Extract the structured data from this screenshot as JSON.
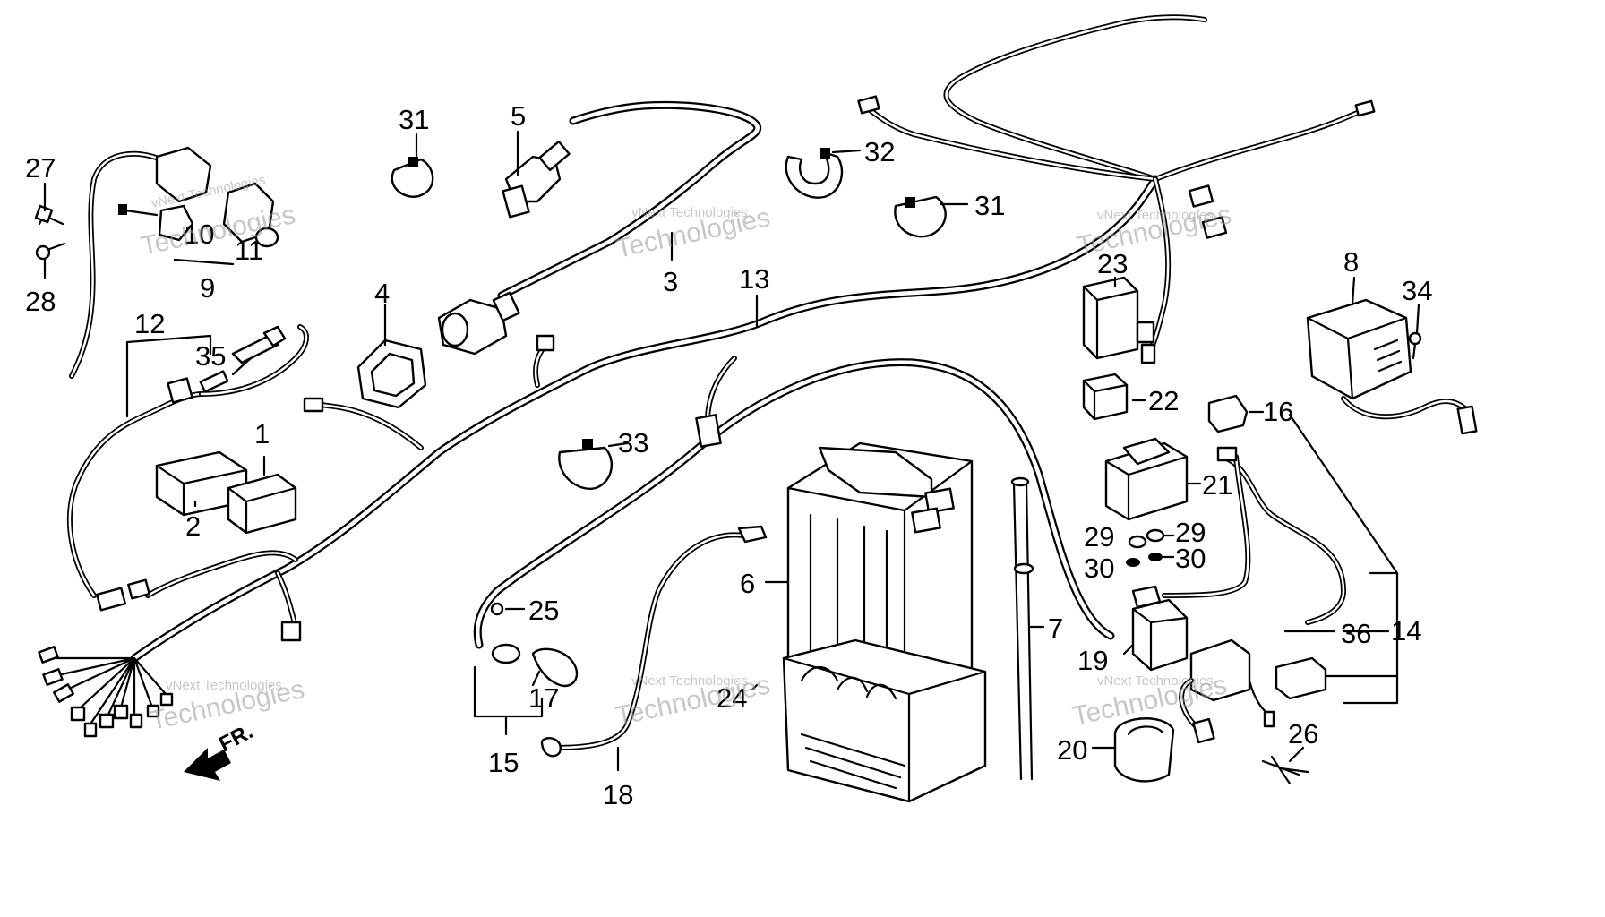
{
  "diagram": {
    "direction_marker": "FR.",
    "watermark_small": "vNext Technologies",
    "watermark_large": "Technologies",
    "callouts": [
      "1",
      "2",
      "3",
      "4",
      "5",
      "6",
      "7",
      "8",
      "9",
      "10",
      "11",
      "12",
      "13",
      "14",
      "15",
      "16",
      "17",
      "18",
      "19",
      "20",
      "21",
      "22",
      "23",
      "24",
      "25",
      "26",
      "27",
      "28",
      "29",
      "30",
      "31",
      "32",
      "33",
      "34",
      "35",
      "36"
    ],
    "labels": [
      {
        "id": "27",
        "text": "27"
      },
      {
        "id": "28",
        "text": "28"
      },
      {
        "id": "10",
        "text": "10"
      },
      {
        "id": "11",
        "text": "11"
      },
      {
        "id": "9",
        "text": "9"
      },
      {
        "id": "31a",
        "text": "31"
      },
      {
        "id": "5",
        "text": "5"
      },
      {
        "id": "32",
        "text": "32"
      },
      {
        "id": "31b",
        "text": "31"
      },
      {
        "id": "3",
        "text": "3"
      },
      {
        "id": "13",
        "text": "13"
      },
      {
        "id": "4",
        "text": "4"
      },
      {
        "id": "12",
        "text": "12"
      },
      {
        "id": "35",
        "text": "35"
      },
      {
        "id": "1",
        "text": "1"
      },
      {
        "id": "2",
        "text": "2"
      },
      {
        "id": "33",
        "text": "33"
      },
      {
        "id": "23",
        "text": "23"
      },
      {
        "id": "8",
        "text": "8"
      },
      {
        "id": "34",
        "text": "34"
      },
      {
        "id": "22",
        "text": "22"
      },
      {
        "id": "16",
        "text": "16"
      },
      {
        "id": "21",
        "text": "21"
      },
      {
        "id": "29a",
        "text": "29"
      },
      {
        "id": "29b",
        "text": "29"
      },
      {
        "id": "30a",
        "text": "30"
      },
      {
        "id": "30b",
        "text": "30"
      },
      {
        "id": "6",
        "text": "6"
      },
      {
        "id": "25",
        "text": "25"
      },
      {
        "id": "7",
        "text": "7"
      },
      {
        "id": "36",
        "text": "36"
      },
      {
        "id": "14",
        "text": "14"
      },
      {
        "id": "19",
        "text": "19"
      },
      {
        "id": "17",
        "text": "17"
      },
      {
        "id": "24",
        "text": "24"
      },
      {
        "id": "15",
        "text": "15"
      },
      {
        "id": "18",
        "text": "18"
      },
      {
        "id": "20",
        "text": "20"
      },
      {
        "id": "26",
        "text": "26"
      }
    ]
  },
  "colors": {
    "ink": "#000000",
    "paper": "#ffffff",
    "watermark": "#9a9a9a"
  }
}
